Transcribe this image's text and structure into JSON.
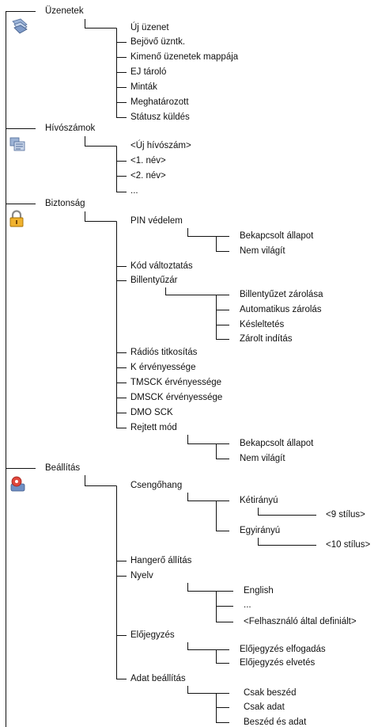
{
  "menu": {
    "uzenetek": {
      "title": "Üzenetek",
      "icon": "envelope-icon",
      "items": [
        "Új üzenet",
        "Bejövő üzntk.",
        "Kimenő üzenetek mappája",
        "EJ tároló",
        "Minták",
        "Meghatározott",
        "Státusz küldés"
      ]
    },
    "hivoszamok": {
      "title": "Hívószámok",
      "icon": "contacts-icon",
      "items": [
        "<Új hívószám>",
        "<1. név>",
        "<2. név>",
        "..."
      ]
    },
    "biztonsag": {
      "title": "Biztonság",
      "icon": "padlock-icon",
      "items": {
        "pin": "PIN védelem",
        "pin_on": "Bekapcsolt állapot",
        "pin_off": "Nem világít",
        "kod": "Kód változtatás",
        "billentyuzar": "Billentyűzár",
        "bz_1": "Billentyűzet zárolása",
        "bz_2": "Automatikus zárolás",
        "bz_3": "Késleltetés",
        "bz_4": "Zárolt indítás",
        "radios": "Rádiós titkosítás",
        "k": "K érvényessége",
        "tmsck": "TMSCK érvényessége",
        "dmsck": "DMSCK érvényessége",
        "dmo": "DMO SCK",
        "rejtett": "Rejtett mód",
        "rejtett_on": "Bekapcsolt állapot",
        "rejtett_off": "Nem világít"
      }
    },
    "beallitas": {
      "title": "Beállítás",
      "icon": "settings-icon",
      "items": {
        "csengohang": "Csengőhang",
        "ketiranyu": "Kétirányú",
        "ketiranyu_sub": "<9 stílus>",
        "egyiranyu": "Egyirányú",
        "egyiranyu_sub": "<10 stílus>",
        "hangero": "Hangerő állítás",
        "nyelv": "Nyelv",
        "english": "English",
        "nyelv_dots": "...",
        "felhasznalo": "<Felhasználó által definiált>",
        "elojegyzes": "Előjegyzés",
        "eloj_1": "Előjegyzés elfogadás",
        "eloj_2": "Előjegyzés elvetés",
        "adat": "Adat beállítás",
        "adat_1": "Csak beszéd",
        "adat_2": "Csak adat",
        "adat_3": "Beszéd és adat"
      }
    }
  }
}
